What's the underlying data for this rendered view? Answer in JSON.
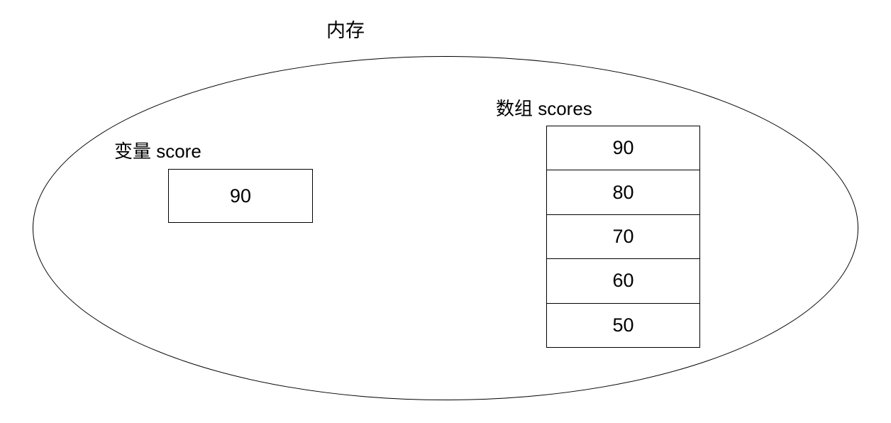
{
  "diagram": {
    "title": "内存",
    "variable": {
      "label": "变量 score",
      "value": "90"
    },
    "array": {
      "label": "数组 scores",
      "cells": [
        "90",
        "80",
        "70",
        "60",
        "50"
      ]
    }
  }
}
